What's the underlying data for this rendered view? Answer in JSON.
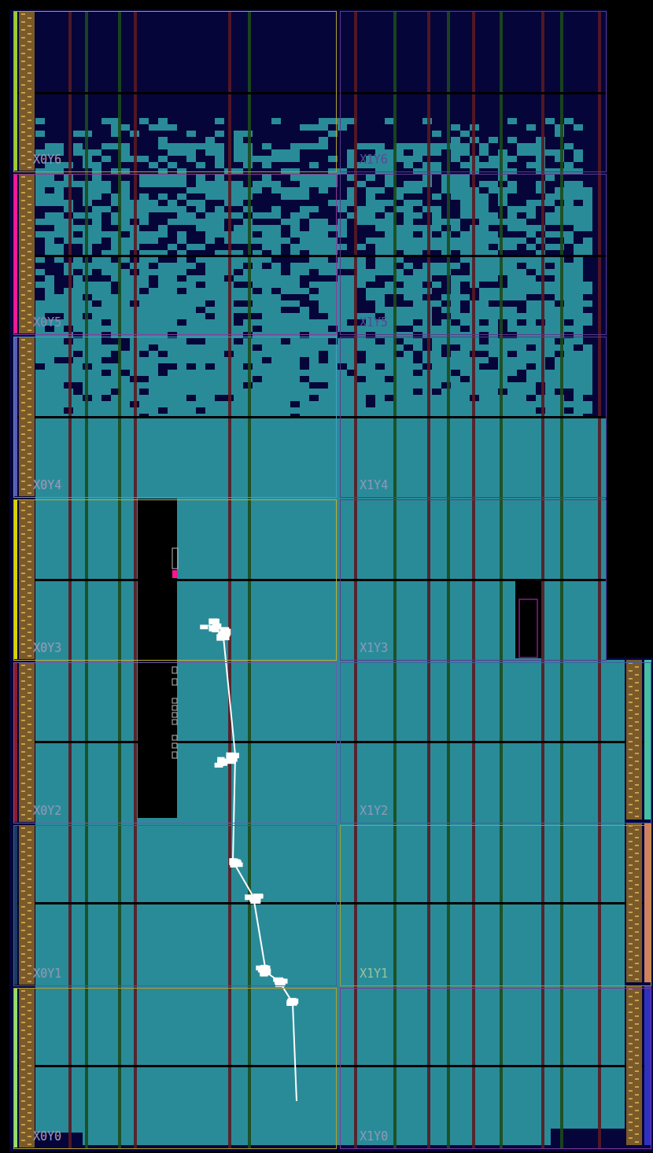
{
  "diagram": {
    "nodes": [
      {
        "text": [
          "X0Y6"
        ]
      },
      {
        "text": [
          "X1Y6"
        ]
      },
      {
        "text": [
          "X0Y5"
        ]
      },
      {
        "text": [
          "X1Y5"
        ]
      },
      {
        "text": [
          "X0Y4"
        ]
      },
      {
        "text": [
          "X1Y4"
        ]
      },
      {
        "text": [
          "X0Y3"
        ]
      },
      {
        "text": [
          "X1Y3"
        ]
      },
      {
        "text": [
          "X0Y2"
        ]
      },
      {
        "text": [
          "X1Y2"
        ]
      },
      {
        "text": [
          "X0Y1"
        ]
      },
      {
        "text": [
          "X1Y1"
        ]
      },
      {
        "text": [
          "X0Y0"
        ]
      },
      {
        "text": [
          "X1Y0"
        ]
      }
    ],
    "edges": []
  }
}
